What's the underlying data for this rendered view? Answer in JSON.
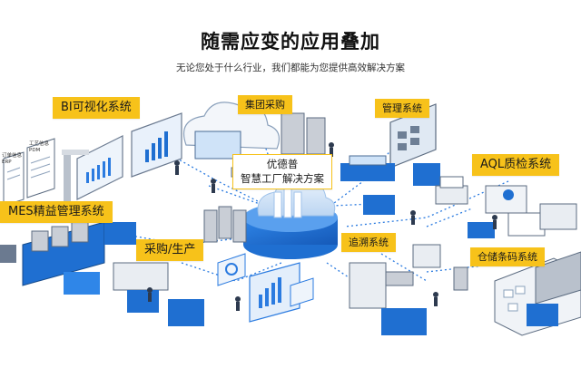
{
  "header": {
    "title": "随需应变的应用叠加",
    "subtitle": "无论您处于什么行业，我们都能为您提供高效解决方案"
  },
  "center": {
    "line1": "优德普",
    "line2": "智慧工厂解决方案"
  },
  "modules": {
    "bi": "BI可视化系统",
    "procurement_group": "集团采购",
    "management": "管理系统",
    "aql": "AQL质检系统",
    "mes": "MES精益管理系统",
    "purchase_production": "采购/生产",
    "traceability": "追溯系统",
    "warehouse_barcode": "仓储条码系统"
  },
  "documents": {
    "doc1_title": "订单信息",
    "doc1_sub": "ERP",
    "doc2_title": "工艺信息",
    "doc2_sub": "PDM"
  },
  "colors": {
    "label_bg": "#f7c21a",
    "primary_blue": "#1f6fd1",
    "light_blue": "#cfe3f8",
    "dotted_line": "#2b7be0",
    "grey_machine": "#c9ced6"
  }
}
